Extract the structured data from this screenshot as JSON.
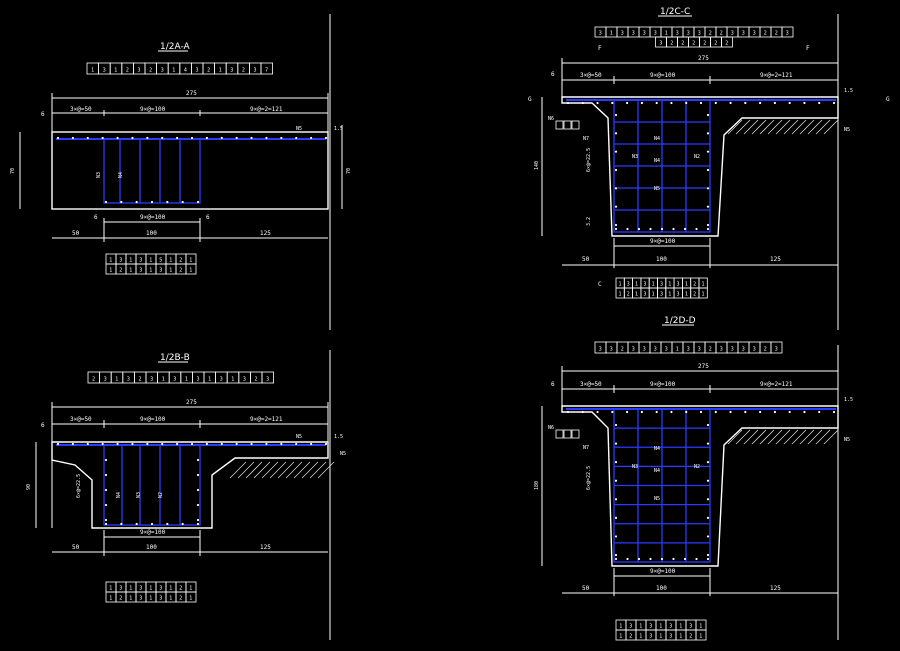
{
  "colors": {
    "background": "#000000",
    "line": "#ffffff",
    "rebar": "#2a3cff"
  },
  "sections": {
    "a": {
      "title": "1/2A-A",
      "top_dims": {
        "left": "6",
        "total": "275",
        "right_small": "1.5"
      },
      "top_rebar": [
        "3×@=50",
        "9×@=100",
        "9×@=2=121"
      ],
      "left_dim": "70",
      "right_dim": "70",
      "bottom_dims": [
        "50",
        "100",
        "125"
      ],
      "bottom_rebar": "9×@=100",
      "bottom_marks": [
        "6",
        "6"
      ],
      "bar_labels": [
        "N3",
        "N4"
      ],
      "side_marks": [
        "N5",
        "1.5",
        "6"
      ]
    },
    "b": {
      "title": "1/2B-B",
      "top_dims": {
        "left": "6",
        "total": "275",
        "right_small": "1.5"
      },
      "top_rebar": [
        "3×@=50",
        "9×@=100",
        "9×@=2=121"
      ],
      "left_dim": "90",
      "side_rebar": "6×@=22.5",
      "bottom_dims": [
        "50",
        "100",
        "125"
      ],
      "bottom_rebar": "9×@=100",
      "bar_labels": [
        "N4",
        "N3",
        "N2"
      ],
      "side_marks": [
        "N5",
        "1.5",
        "N5"
      ]
    },
    "c": {
      "title": "1/2C-C",
      "section_marks": [
        "F",
        "F",
        "G",
        "G",
        "C"
      ],
      "top_dims": {
        "left": "6",
        "total": "275",
        "right_small": "1.5"
      },
      "top_rebar": [
        "3×@=50",
        "9×@=100",
        "9×@=2=121"
      ],
      "left_dim": "140",
      "side_rebar": "6×@=22.5",
      "small_dim": "3.2",
      "bottom_dims": [
        "50",
        "100",
        "125"
      ],
      "bottom_rebar": "9×@=100",
      "bar_labels": [
        "N4",
        "N3",
        "N4",
        "N2",
        "N5"
      ],
      "side_marks": [
        "N6",
        "1.5",
        "N5",
        "N7"
      ]
    },
    "d": {
      "title": "1/2D-D",
      "top_dims": {
        "left": "6",
        "total": "275",
        "right_small": "1.5"
      },
      "top_rebar": [
        "3×@=50",
        "9×@=100",
        "9×@=2=121"
      ],
      "left_dim": "180",
      "side_rebar": "6×@=22.5",
      "bottom_dims": [
        "50",
        "100",
        "125"
      ],
      "bottom_rebar": "9×@=100",
      "bar_labels": [
        "N4",
        "N3",
        "N4",
        "N2",
        "N5"
      ],
      "side_marks": [
        "N6",
        "1.5",
        "N5",
        "N7"
      ]
    }
  },
  "tables": {
    "a_top": {
      "rows": [
        [
          "1",
          "3",
          "1",
          "2",
          "3",
          "2",
          "3",
          "1",
          "4",
          "3",
          "2",
          "1",
          "3",
          "2",
          "3",
          "7"
        ]
      ]
    },
    "a_bottom": {
      "rows": [
        [
          "1",
          "3",
          "1",
          "3",
          "1",
          "5",
          "1",
          "2",
          "1"
        ],
        [
          "1",
          "2",
          "1",
          "3",
          "1",
          "3",
          "1",
          "2",
          "1"
        ]
      ]
    },
    "b_top": {
      "rows": [
        [
          "2",
          "3",
          "1",
          "3",
          "2",
          "3",
          "1",
          "3",
          "1",
          "3",
          "1",
          "3",
          "1",
          "3",
          "2",
          "3"
        ]
      ]
    },
    "b_bottom": {
      "rows": [
        [
          "1",
          "3",
          "1",
          "3",
          "1",
          "3",
          "1",
          "2",
          "1"
        ],
        [
          "1",
          "2",
          "1",
          "3",
          "1",
          "3",
          "1",
          "2",
          "1"
        ]
      ]
    },
    "c_top": {
      "rows": [
        [
          "3",
          "1",
          "3",
          "3",
          "3",
          "3",
          "1",
          "3",
          "3",
          "3",
          "2",
          "2",
          "3",
          "3",
          "3",
          "2",
          "2",
          "3"
        ],
        [
          "3",
          "2",
          "2",
          "2",
          "2",
          "2",
          "2"
        ]
      ]
    },
    "c_bottom": {
      "rows": [
        [
          "1",
          "3",
          "1",
          "3",
          "1",
          "3",
          "1",
          "3",
          "1",
          "2",
          "1"
        ],
        [
          "1",
          "2",
          "1",
          "3",
          "1",
          "3",
          "1",
          "3",
          "1",
          "2",
          "1"
        ]
      ]
    },
    "d_top": {
      "rows": [
        [
          "3",
          "3",
          "2",
          "3",
          "3",
          "3",
          "3",
          "1",
          "3",
          "3",
          "2",
          "3",
          "3",
          "3",
          "3",
          "2",
          "3"
        ]
      ]
    },
    "d_bottom": {
      "rows": [
        [
          "1",
          "3",
          "1",
          "3",
          "1",
          "3",
          "1",
          "3",
          "1"
        ],
        [
          "1",
          "2",
          "1",
          "3",
          "1",
          "3",
          "1",
          "2",
          "1"
        ]
      ]
    }
  }
}
